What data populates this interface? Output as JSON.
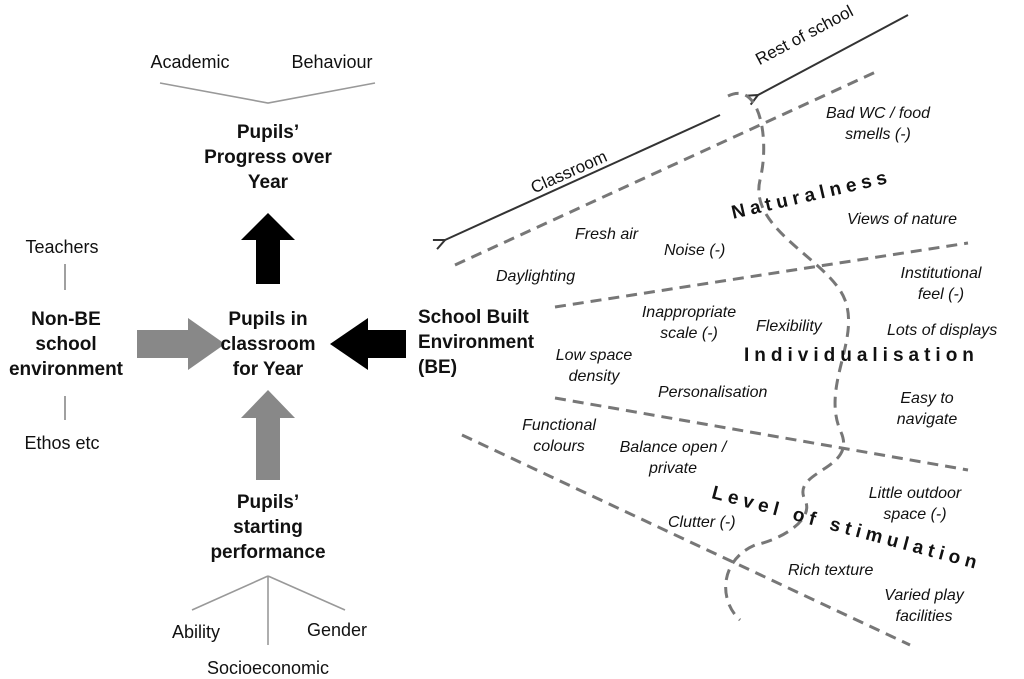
{
  "progress": {
    "top_left": "Academic",
    "top_right": "Behaviour",
    "line1": "Pupils’",
    "line2": "Progress over",
    "line3": "Year"
  },
  "center": {
    "line1": "Pupils in",
    "line2": "classroom",
    "line3": "for Year"
  },
  "non_be": {
    "top": "Teachers",
    "line1": "Non-BE",
    "line2": "school",
    "line3": "environment",
    "bottom": "Ethos etc"
  },
  "start": {
    "line1": "Pupils’",
    "line2": "starting",
    "line3": "performance",
    "sub_left": "Ability",
    "sub_right": "Gender",
    "sub_bottom": "Socioeconomic"
  },
  "be": {
    "line1": "School Built",
    "line2": "Environment",
    "line3": "(BE)"
  },
  "arrows": {
    "rest": "Rest of school",
    "classroom": "Classroom"
  },
  "categories": {
    "naturalness": "Naturalness",
    "individualisation": "Individualisation",
    "stimulation": "Level of stimulation"
  },
  "factors": {
    "wc1": "Bad WC / food",
    "wc2": "smells (-)",
    "views": "Views of nature",
    "fresh": "Fresh air",
    "noise": "Noise (-)",
    "daylight": "Daylighting",
    "inst1": "Institutional",
    "inst2": "feel (-)",
    "inapp1": "Inappropriate",
    "inapp2": "scale (-)",
    "flex": "Flexibility",
    "displays": "Lots of displays",
    "lowspace1": "Low space",
    "lowspace2": "density",
    "personal": "Personalisation",
    "nav1": "Easy to",
    "nav2": "navigate",
    "func1": "Functional",
    "func2": "colours",
    "balance1": "Balance open /",
    "balance2": "private",
    "outdoor1": "Little outdoor",
    "outdoor2": "space (-)",
    "clutter": "Clutter (-)",
    "rich": "Rich texture",
    "varied1": "Varied play",
    "varied2": "facilities"
  }
}
